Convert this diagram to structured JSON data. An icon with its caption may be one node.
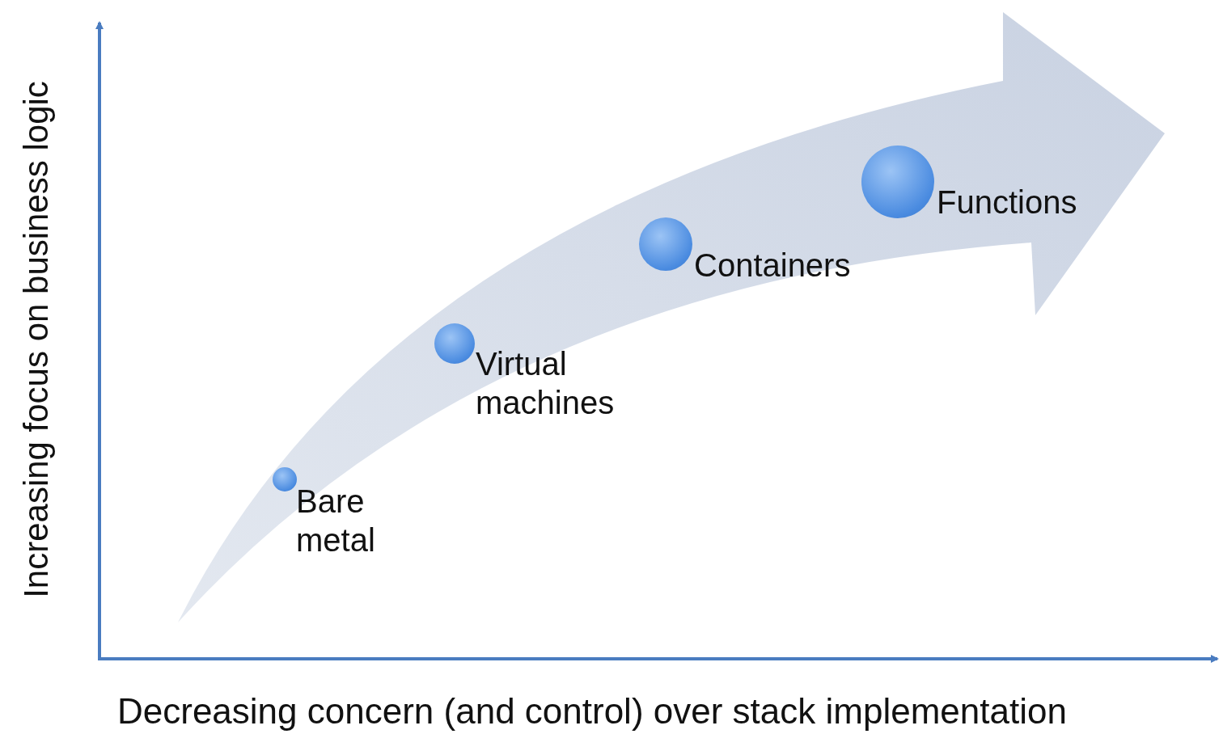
{
  "diagram": {
    "nodes": [
      {
        "text": [
          "Bare metal"
        ]
      },
      {
        "text": [
          "Virtual machines"
        ]
      },
      {
        "text": [
          "Containers"
        ]
      },
      {
        "text": [
          "Functions"
        ]
      }
    ],
    "labels": [
      "Increasing focus on business logic",
      "Decreasing concern (and control) over stack implementation"
    ]
  }
}
